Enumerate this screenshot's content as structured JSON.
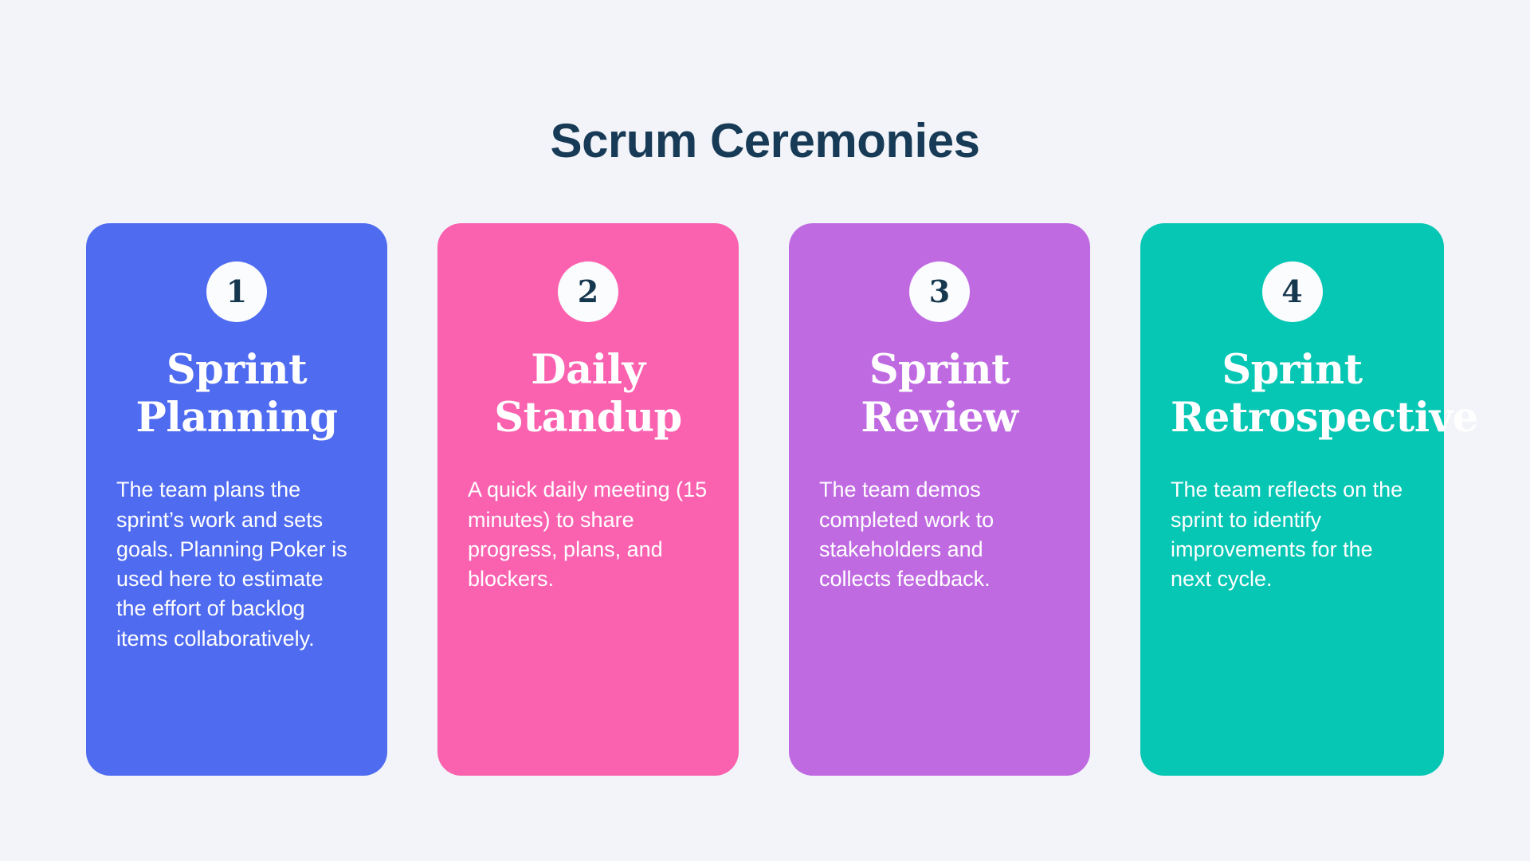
{
  "page": {
    "title": "Scrum Ceremonies",
    "background_color": "#f2f4f9",
    "title_color": "#173a56",
    "badge_background": "#fbfcfe",
    "badge_text_color": "#16384f"
  },
  "cards": [
    {
      "number": "1",
      "title": "Sprint Planning",
      "body": "The team plans the sprint’s work and sets goals. Planning Poker is used here to estimate the effort of backlog items collaboratively.",
      "color": "#4f6bf0"
    },
    {
      "number": "2",
      "title": "Daily Standup",
      "body": "A quick daily meeting (15 minutes) to share progress, plans, and blockers.",
      "color": "#fa62b0"
    },
    {
      "number": "3",
      "title": "Sprint Review",
      "body": "The team demos completed work to stakeholders and collects feedback.",
      "color": "#c06ae2"
    },
    {
      "number": "4",
      "title": "Sprint Retrospective",
      "body": "The team reflects on the sprint to identify improvements for the next cycle.",
      "color": "#06c6b4"
    }
  ]
}
